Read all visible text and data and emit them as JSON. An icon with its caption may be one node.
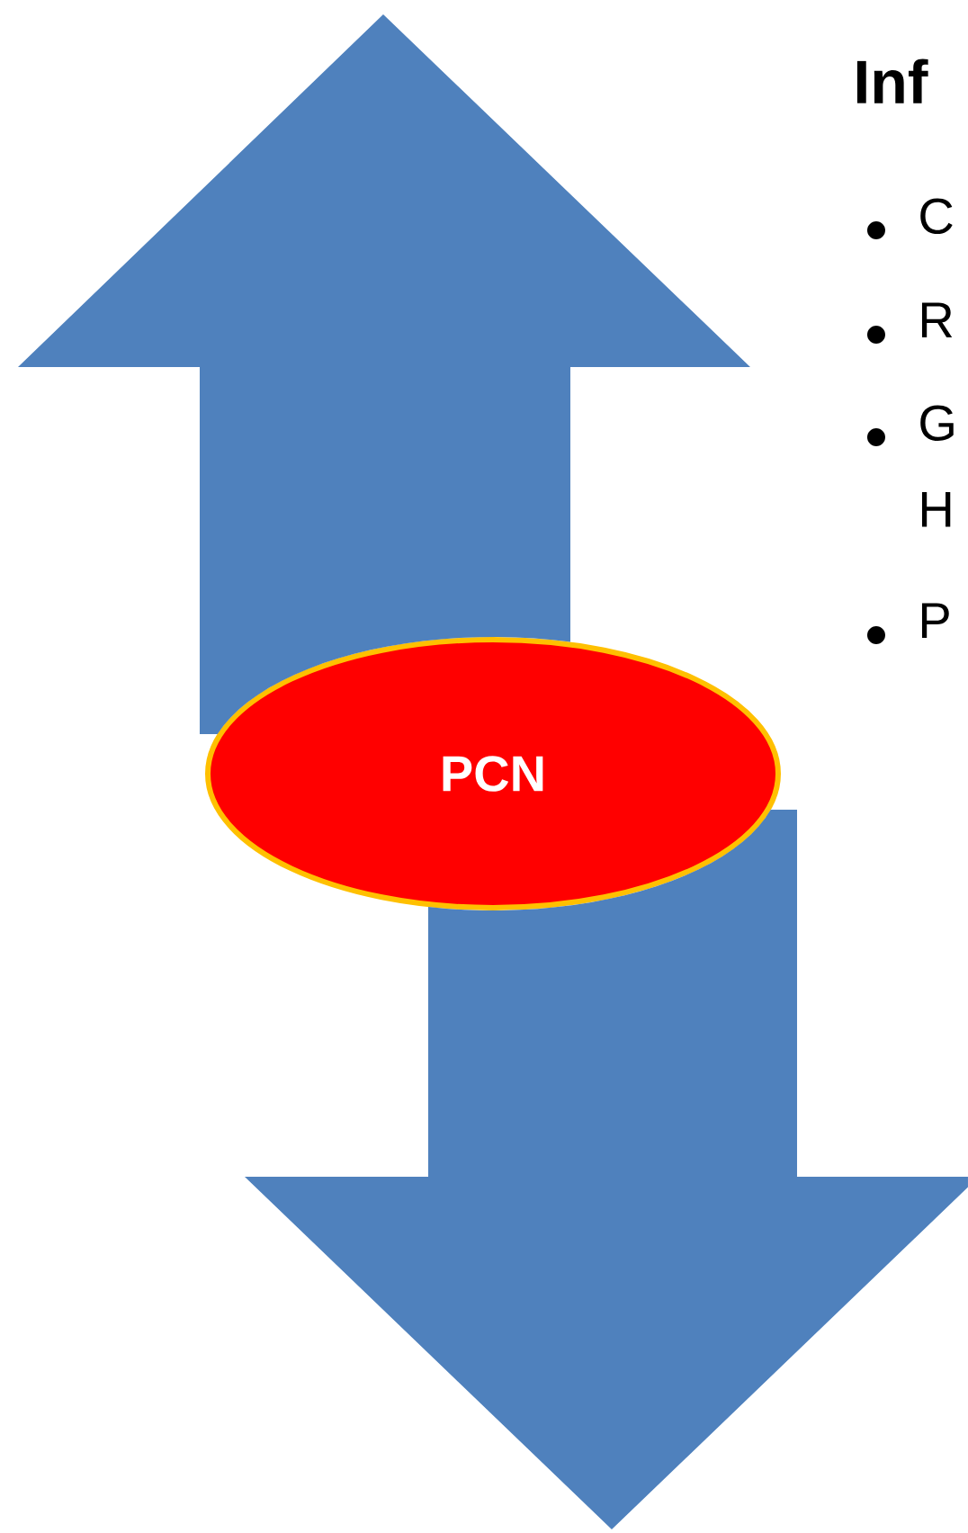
{
  "diagram": {
    "title": "Inf",
    "nodes": [
      {
        "text": [
          "PCN"
        ]
      }
    ],
    "labels": [
      "C",
      "R",
      "G H",
      "P"
    ]
  }
}
